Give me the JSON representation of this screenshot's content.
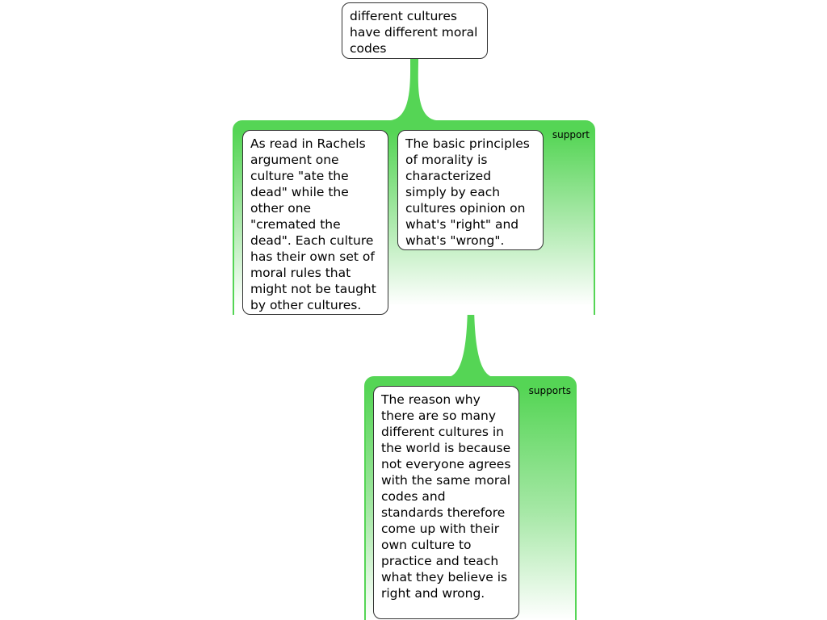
{
  "colors": {
    "link": "#55d555",
    "node_border": "#333333"
  },
  "claim": {
    "text": "different cultures have different moral codes"
  },
  "groups": [
    {
      "label": "support",
      "premises": [
        {
          "text": "As read in Rachels argument one culture \"ate the dead\" while the other one \"cremated the dead\". Each culture has their own set of moral rules that might not be taught by other cultures."
        },
        {
          "text": "The basic principles of morality is characterized simply by each cultures opinion on what's \"right\" and what's \"wrong\"."
        }
      ]
    },
    {
      "label": "supports",
      "premises": [
        {
          "text": "The reason why there are so many different cultures in the world is because not everyone agrees with the same moral codes and standards therefore come up with their own culture to practice and teach what they believe is right and wrong."
        }
      ]
    }
  ]
}
